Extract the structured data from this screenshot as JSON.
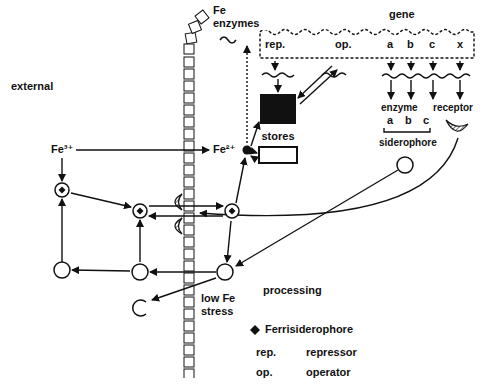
{
  "diagram": {
    "nodes": [
      {
        "text": [
          "gene",
          "rep.",
          "op.",
          "a",
          "b",
          "c",
          "x"
        ]
      },
      {
        "text": [
          "stores"
        ]
      }
    ],
    "labels": [
      "Fe enzymes",
      "external",
      "Fe³⁺",
      "Fe²⁺",
      "enzyme",
      "a",
      "b",
      "c",
      "siderophore",
      "receptor",
      "low Fe stress",
      "processing",
      "rep.",
      "repressor",
      "op.",
      "operator"
    ],
    "legend": [
      {
        "text": "Ferrisiderophore"
      }
    ]
  }
}
